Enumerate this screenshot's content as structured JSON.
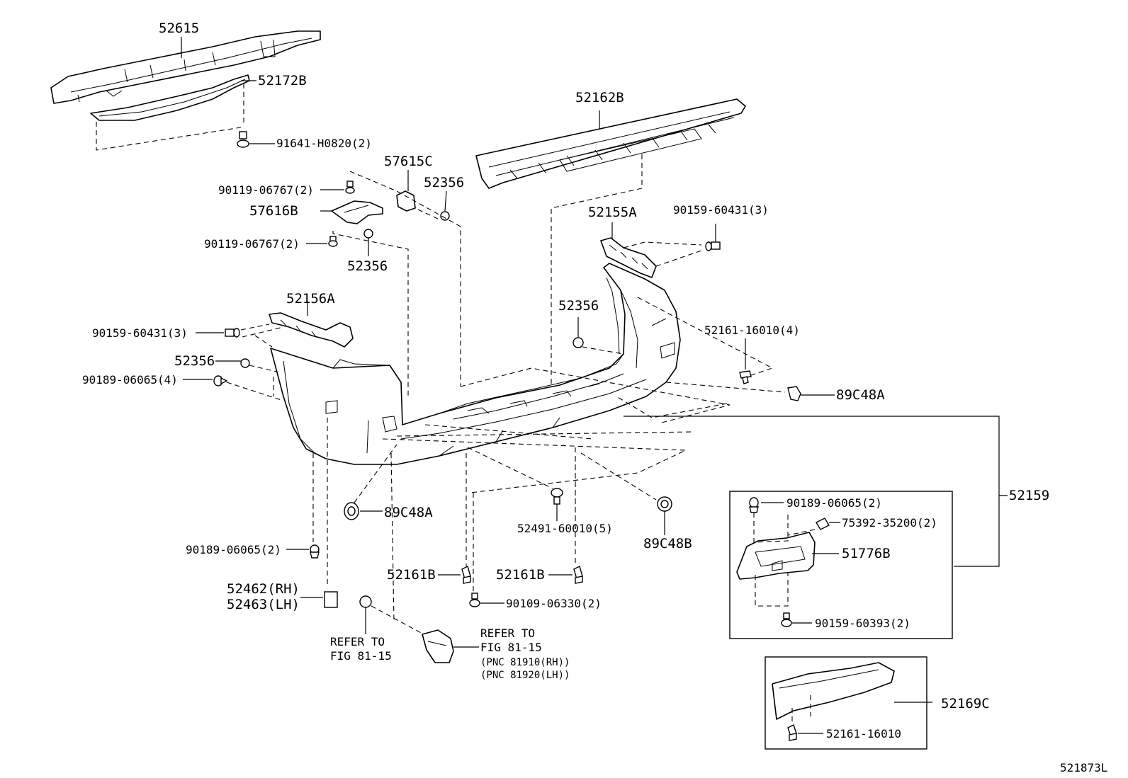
{
  "diagram_id": "521873L",
  "parts": {
    "p52615": "52615",
    "p52172B": "52172B",
    "p91641": "91641-H0820(2)",
    "p52162B": "52162B",
    "p57615C": "57615C",
    "p52356_a": "52356",
    "p90119_a": "90119-06767(2)",
    "p57616B": "57616B",
    "p90119_b": "90119-06767(2)",
    "p52356_b": "52356",
    "p52155A": "52155A",
    "p90159_a": "90159-60431(3)",
    "p52156A": "52156A",
    "p90159_b": "90159-60431(3)",
    "p52356_c": "52356",
    "p52356_d": "52356",
    "p90189_a": "90189-06065(4)",
    "p52161_a": "52161-16010(4)",
    "p89C48A_a": "89C48A",
    "p52159": "52159",
    "p89C48A_b": "89C48A",
    "p52491": "52491-60010(5)",
    "p89C48B": "89C48B",
    "p90189_b": "90189-06065(2)",
    "p52161B_a": "52161B",
    "p52161B_b": "52161B",
    "p90109": "90109-06330(2)",
    "p52462": "52462(RH)",
    "p52463": "52463(LH)",
    "p90189_c": "90189-06065(2)",
    "p75392": "75392-35200(2)",
    "p51776B": "51776B",
    "p90159_c": "90159-60393(2)",
    "p52169C": "52169C",
    "p52161_b": "52161-16010"
  },
  "refs": {
    "left_line1": "REFER TO",
    "left_line2": "FIG 81-15",
    "right_line1": "REFER TO",
    "right_line2": "FIG 81-15",
    "pnc_rh": "(PNC 81910(RH))",
    "pnc_lh": "(PNC 81920(LH))"
  }
}
